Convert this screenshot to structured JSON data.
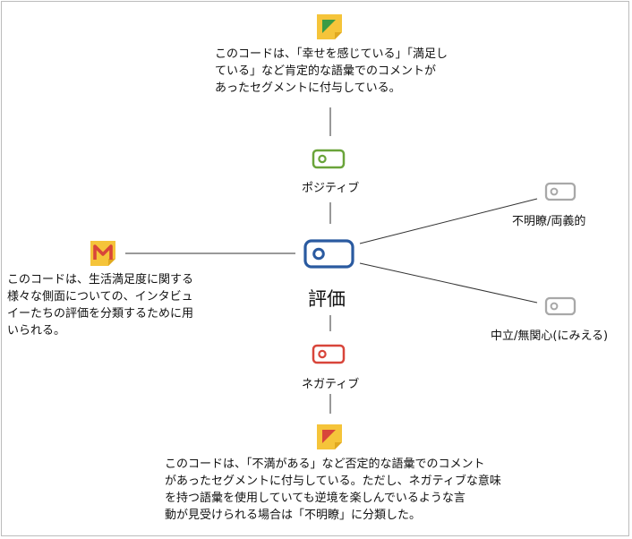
{
  "center": {
    "label": "評価",
    "icon": "code-tag-icon",
    "color": "#2a5aa0"
  },
  "codes": {
    "positive": {
      "label": "ポジティブ",
      "icon": "code-tag-icon",
      "color": "#6aa43a"
    },
    "negative": {
      "label": "ネガティブ",
      "icon": "code-tag-icon",
      "color": "#d8453a"
    },
    "unclear": {
      "label": "不明瞭/両義的",
      "icon": "code-tag-icon",
      "color": "#a8a8a8"
    },
    "neutral": {
      "label": "中立/無関心(にみえる)",
      "icon": "code-tag-icon",
      "color": "#a8a8a8"
    }
  },
  "memos": {
    "positive": {
      "icon": "green-memo-icon",
      "lines": [
        "このコードは、「幸せを感じている」「満足し",
        "ている」など肯定的な語彙でのコメントが",
        "あったセグメントに付与している。"
      ]
    },
    "center": {
      "icon": "m-memo-icon",
      "lines": [
        "このコードは、生活満足度に関する",
        "様々な側面についての、インタビュ",
        "イーたちの評価を分類するために用",
        "いられる。"
      ]
    },
    "negative": {
      "icon": "red-memo-icon",
      "lines": [
        "このコードは、「不満がある」など否定的な語彙でのコメント",
        "があったセグメントに付与している。ただし、ネガティブな意味",
        "を持つ語彙を使用していても逆境を楽しんでいるような言",
        "動が見受けられる場合は「不明瞭」に分類した。"
      ]
    }
  }
}
